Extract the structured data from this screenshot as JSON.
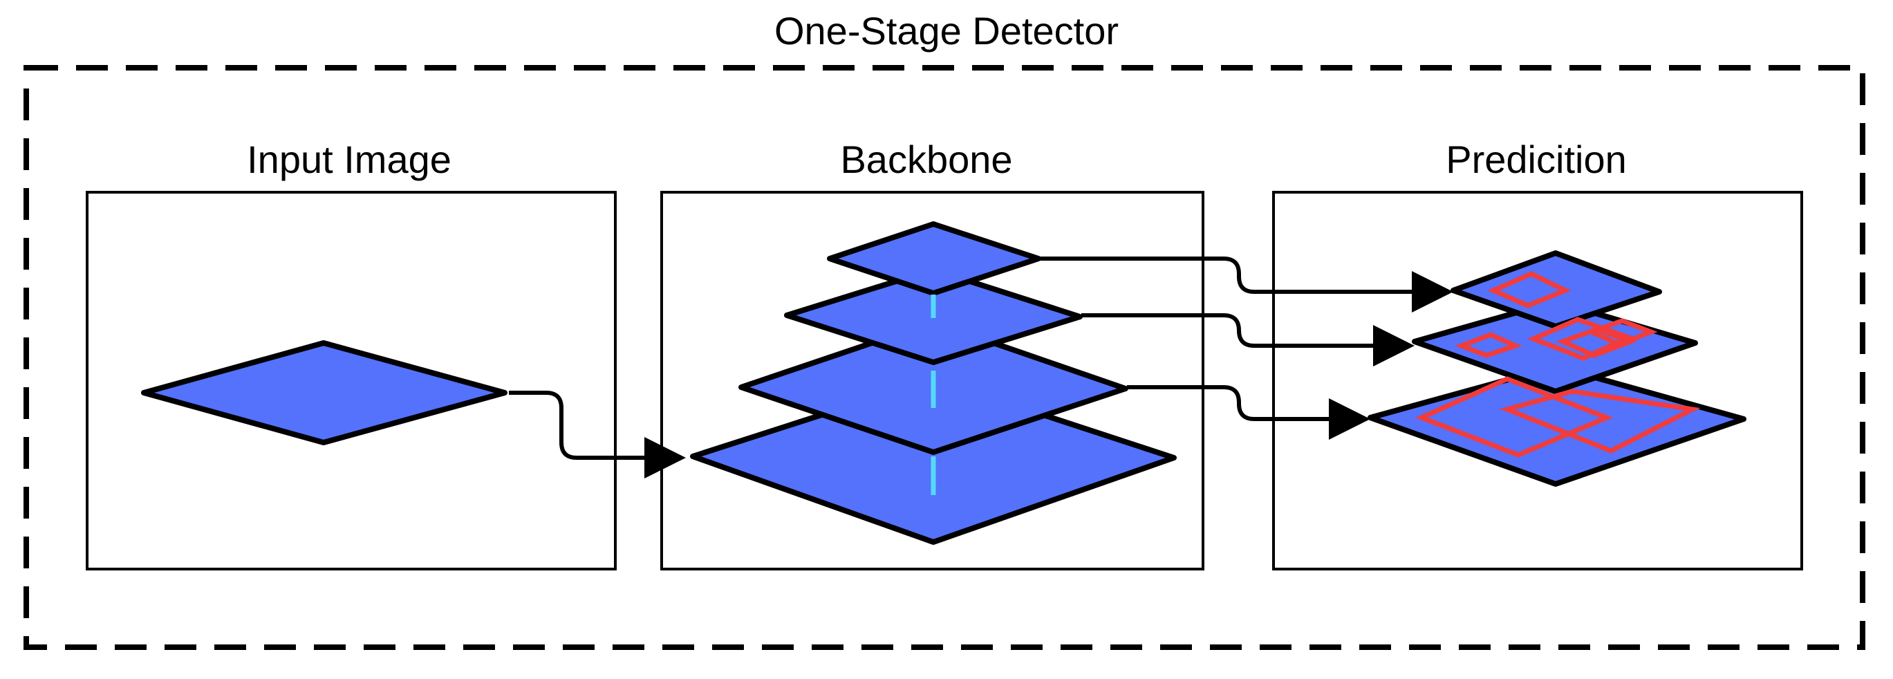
{
  "diagram": {
    "title": "One-Stage Detector",
    "panels": {
      "input": {
        "label": "Input Image"
      },
      "backbone": {
        "label": "Backbone"
      },
      "prediction": {
        "label": "Predicition"
      }
    },
    "colors": {
      "layer_fill": "#5472FB",
      "outline": "#000000",
      "connector": "#55D8F8",
      "detection_box": "#F23C3C",
      "background": "#FFFFFF"
    },
    "icons": {
      "arrow": "arrow-right-icon"
    }
  }
}
